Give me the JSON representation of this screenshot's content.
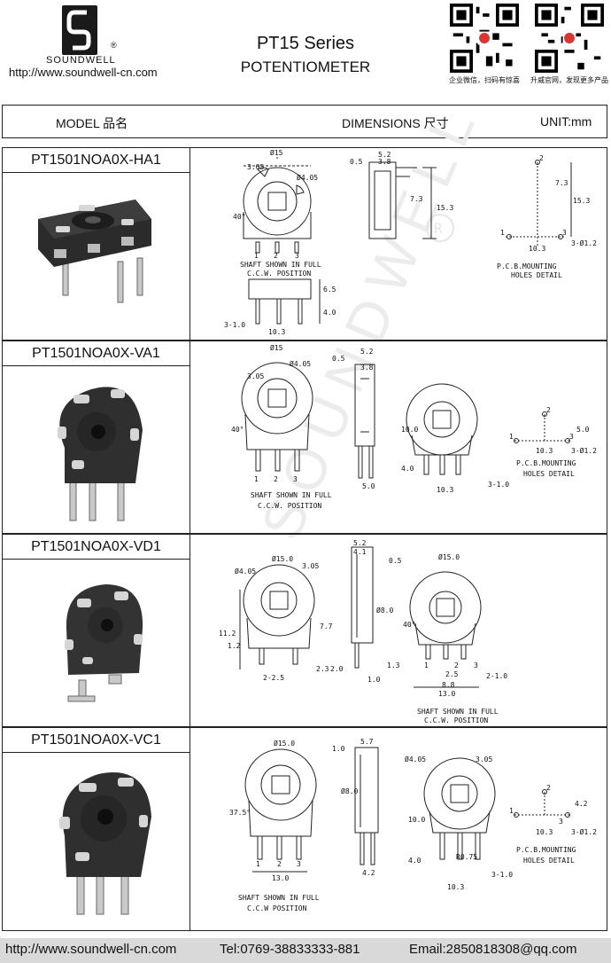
{
  "header": {
    "brand": "SOUNDWELL",
    "registered_mark": "®",
    "url": "http://www.soundwell-cn.com",
    "series_title": "PT15 Series",
    "series_subtitle": "POTENTIOMETER",
    "qr_captions": [
      "企业微信，扫码有惊喜",
      "升威官网，发现更多产品"
    ]
  },
  "columns": {
    "model": "MODEL 品名",
    "dimensions": "DIMENSIONS 尺寸",
    "unit": "UNIT:mm"
  },
  "watermark": "SOUNDWELL",
  "rows": [
    {
      "model": "PT1501NOA0X-HA1",
      "dims": {
        "top_dia": "Ø15",
        "hole": "Ø4.05",
        "hole2": "3.05",
        "angle": "40°",
        "pins": [
          "1",
          "2",
          "3"
        ],
        "shaft_note": [
          "SHAFT SHOWN IN FULL",
          "C.C.W. POSITION"
        ],
        "side": [
          "0.5",
          "5.2",
          "3.8",
          "7.3",
          "15.3"
        ],
        "bottom": [
          "6.5",
          "4.0",
          "3-1.0",
          "10.3"
        ],
        "pcb": [
          "2",
          "1",
          "3",
          "7.3",
          "15.3",
          "10.3",
          "3-Ø1.2"
        ],
        "pcb_caption": [
          "P.C.B.MOUNTING",
          "HOLES DETAIL"
        ]
      }
    },
    {
      "model": "PT1501NOA0X-VA1",
      "dims": {
        "top_dia": "Ø15",
        "hole": "Ø4.05",
        "hole2": "3.05",
        "angle": "40°",
        "pins": [
          "1",
          "2",
          "3"
        ],
        "shaft_note": [
          "SHAFT SHOWN IN FULL",
          "C.C.W. POSITION"
        ],
        "side": [
          "0.5",
          "5.2",
          "3.8",
          "5.0"
        ],
        "front": [
          "10.0",
          "4.0",
          "10.3",
          "3-1.0"
        ],
        "pcb": [
          "2",
          "1",
          "3",
          "5.0",
          "10.3",
          "3-Ø1.2"
        ],
        "pcb_caption": [
          "P.C.B.MOUNTING",
          "HOLES DETAIL"
        ]
      }
    },
    {
      "model": "PT1501NOA0X-VD1",
      "dims": {
        "top_dia": "Ø15.0",
        "hole": "Ø4.05",
        "hole2": "3.05",
        "left": [
          "11.2",
          "1.2",
          "2-2.5",
          "7.7",
          "2.3",
          "2.0"
        ],
        "side": [
          "5.2",
          "4.1",
          "0.5",
          "Ø8.0",
          "1.0",
          "1.3"
        ],
        "front": [
          "40°",
          "2.5",
          "8.8",
          "13.0",
          "2-1.0"
        ],
        "pins": [
          "1",
          "2",
          "3"
        ],
        "shaft_note": [
          "SHAFT SHOWN IN FULL",
          "C.C.W. POSITION"
        ]
      }
    },
    {
      "model": "PT1501NOA0X-VC1",
      "dims": {
        "top_dia": "Ø15.0",
        "angle": "37.5°",
        "hole": "Ø4.05",
        "hole2": "3.05",
        "left": [
          "13.0"
        ],
        "side": [
          "1.0",
          "5.7",
          "Ø8.0",
          "4.2"
        ],
        "front": [
          "10.0",
          "4.0",
          "R0.75",
          "10.3",
          "3-1.0"
        ],
        "pins": [
          "1",
          "2",
          "3"
        ],
        "shaft_note": [
          "SHAFT SHOWN IN FULL",
          "C.C.W POSITION"
        ],
        "pcb": [
          "2",
          "1",
          "3",
          "4.2",
          "10.3",
          "3-Ø1.2"
        ],
        "pcb_caption": [
          "P.C.B.MOUNTING",
          "HOLES DETAIL"
        ]
      }
    }
  ],
  "footer": {
    "url": "http://www.soundwell-cn.com",
    "tel": "Tel:0769-38833333-881",
    "email": "Email:2850818308@qq.com"
  }
}
